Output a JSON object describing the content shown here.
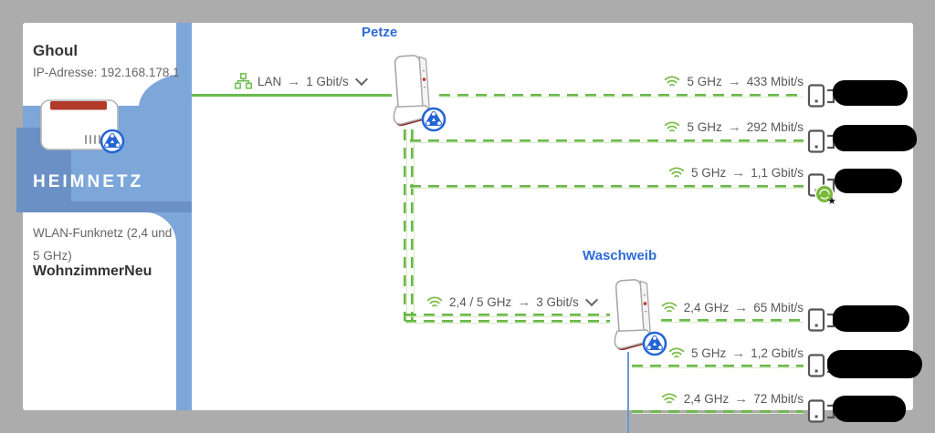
{
  "app": {
    "view_title": "HEIMNETZ"
  },
  "colors": {
    "connection_green": "#69b847",
    "connection_green_light": "#d8edc7",
    "node_blue": "#2e6bd8",
    "sidebar_blue": "#7da6d9",
    "sidebar_blue_dark": "#6b90c5",
    "client_line_blue": "#6d96d8",
    "background_gray": "#acacac",
    "redacted_black": "#000000"
  },
  "sidebar": {
    "router_name": "Ghoul",
    "router_ip": "IP-Adresse: 192.168.178.1",
    "section_label": "HEIMNETZ",
    "wlan_label": "WLAN-Funknetz (2,4 und 5 GHz)",
    "wlan_name": "WohnzimmerNeu"
  },
  "mesh": {
    "uplink": {
      "type": "LAN",
      "arrow": "→",
      "speed": "1 Gbit/s"
    },
    "nodes": [
      {
        "name": "Petze"
      },
      {
        "name": "Waschweib"
      }
    ],
    "backbone": {
      "band": "2,4 / 5 GHz",
      "arrow": "→",
      "speed": "3 Gbit/s"
    },
    "petze_clients": [
      {
        "band": "5 GHz",
        "arrow": "→",
        "speed": "433 Mbit/s",
        "name_redacted": true
      },
      {
        "band": "5 GHz",
        "arrow": "→",
        "speed": "292 Mbit/s",
        "name_redacted": true
      },
      {
        "band": "5 GHz",
        "arrow": "→",
        "speed": "1,1 Gbit/s",
        "name_redacted": true,
        "has_guest_badge": true
      }
    ],
    "waschweib_clients": [
      {
        "band": "2,4 GHz",
        "arrow": "→",
        "speed": "65 Mbit/s",
        "name_redacted": true
      },
      {
        "band": "5 GHz",
        "arrow": "→",
        "speed": "1,2 Gbit/s",
        "name_redacted": true
      },
      {
        "band": "2,4 GHz",
        "arrow": "→",
        "speed": "72 Mbit/s",
        "name_redacted": true
      }
    ]
  }
}
